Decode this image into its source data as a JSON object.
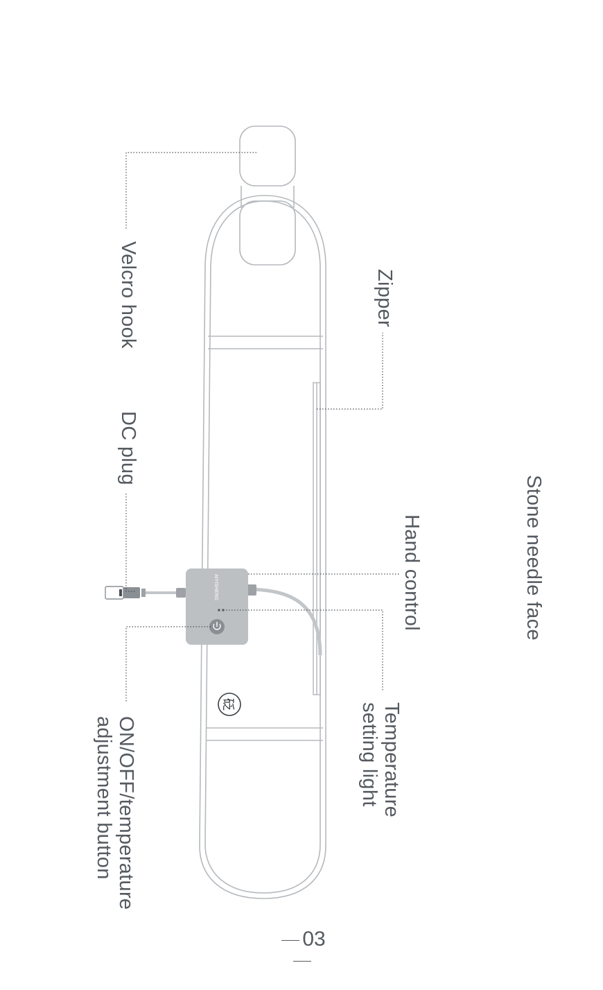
{
  "labels": {
    "velcro_hook": "Velcro hook",
    "dc_plug": "DC plug",
    "onoff_button": [
      "ON/OFF/temperature",
      "adjustment button"
    ],
    "zipper": "Zipper",
    "hand_control": "Hand control",
    "temperature_light": [
      "Temperature",
      "setting light"
    ],
    "stone_needle_face": "Stone needle face"
  },
  "controller": {
    "brand_text": "AIYISHENG"
  },
  "badge_symbol": "砭",
  "page_number": "03",
  "colors": {
    "outline": "#b5b9bd",
    "leader": "#4a4f55",
    "controller_fill": "#bdc0c3",
    "text": "#555a60"
  }
}
